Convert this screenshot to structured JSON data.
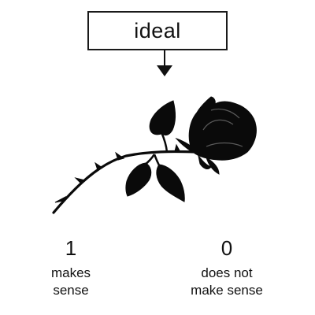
{
  "header": {
    "label": "ideal",
    "pointer_icon": "down-arrow-icon"
  },
  "illustration": {
    "subject": "rose-icon",
    "fill_color": "#0a0a0a"
  },
  "scale": {
    "left": {
      "value": "1",
      "text_lines": [
        "makes",
        "sense"
      ]
    },
    "right": {
      "value": "0",
      "text_lines": [
        "does not",
        "make sense"
      ]
    }
  }
}
